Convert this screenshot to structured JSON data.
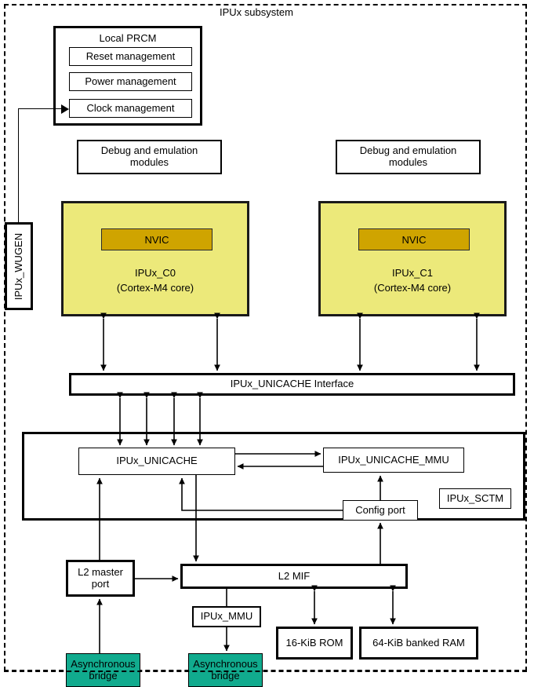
{
  "diagram": {
    "title": "IPUx subsystem",
    "colors": {
      "core_fill": "#ece97a",
      "nvic_fill": "#cfa400",
      "bridge_fill": "#11ab8e",
      "line": "#000000",
      "background": "#ffffff"
    }
  },
  "prcm": {
    "title": "Local PRCM",
    "items": [
      {
        "label": "Reset management"
      },
      {
        "label": "Power management"
      },
      {
        "label": "Clock management"
      }
    ]
  },
  "wugen": {
    "label": "IPUx_WUGEN"
  },
  "debug": [
    {
      "label": "Debug and emulation\nmodules"
    },
    {
      "label": "Debug and emulation\nmodules"
    }
  ],
  "cores": [
    {
      "nvic": "NVIC",
      "name": "IPUx_C0",
      "type": "(Cortex-M4 core)"
    },
    {
      "nvic": "NVIC",
      "name": "IPUx_C1",
      "type": "(Cortex-M4 core)"
    }
  ],
  "interface_bar": {
    "label": "IPUx_UNICACHE Interface"
  },
  "sctm": {
    "label": "IPUx_SCTM",
    "unicache": "IPUx_UNICACHE",
    "unicache_mmu": "IPUx_UNICACHE_MMU",
    "config_port": "Config port"
  },
  "lower": {
    "l2_master_port": "L2 master\nport",
    "l2_mif": "L2 MIF",
    "ipux_mmu": "IPUx_MMU",
    "rom": "16-KiB ROM",
    "ram": "64-KiB banked RAM",
    "bridge_left": "Asynchronous\nbridge",
    "bridge_right": "Asynchronous\nbridge"
  }
}
